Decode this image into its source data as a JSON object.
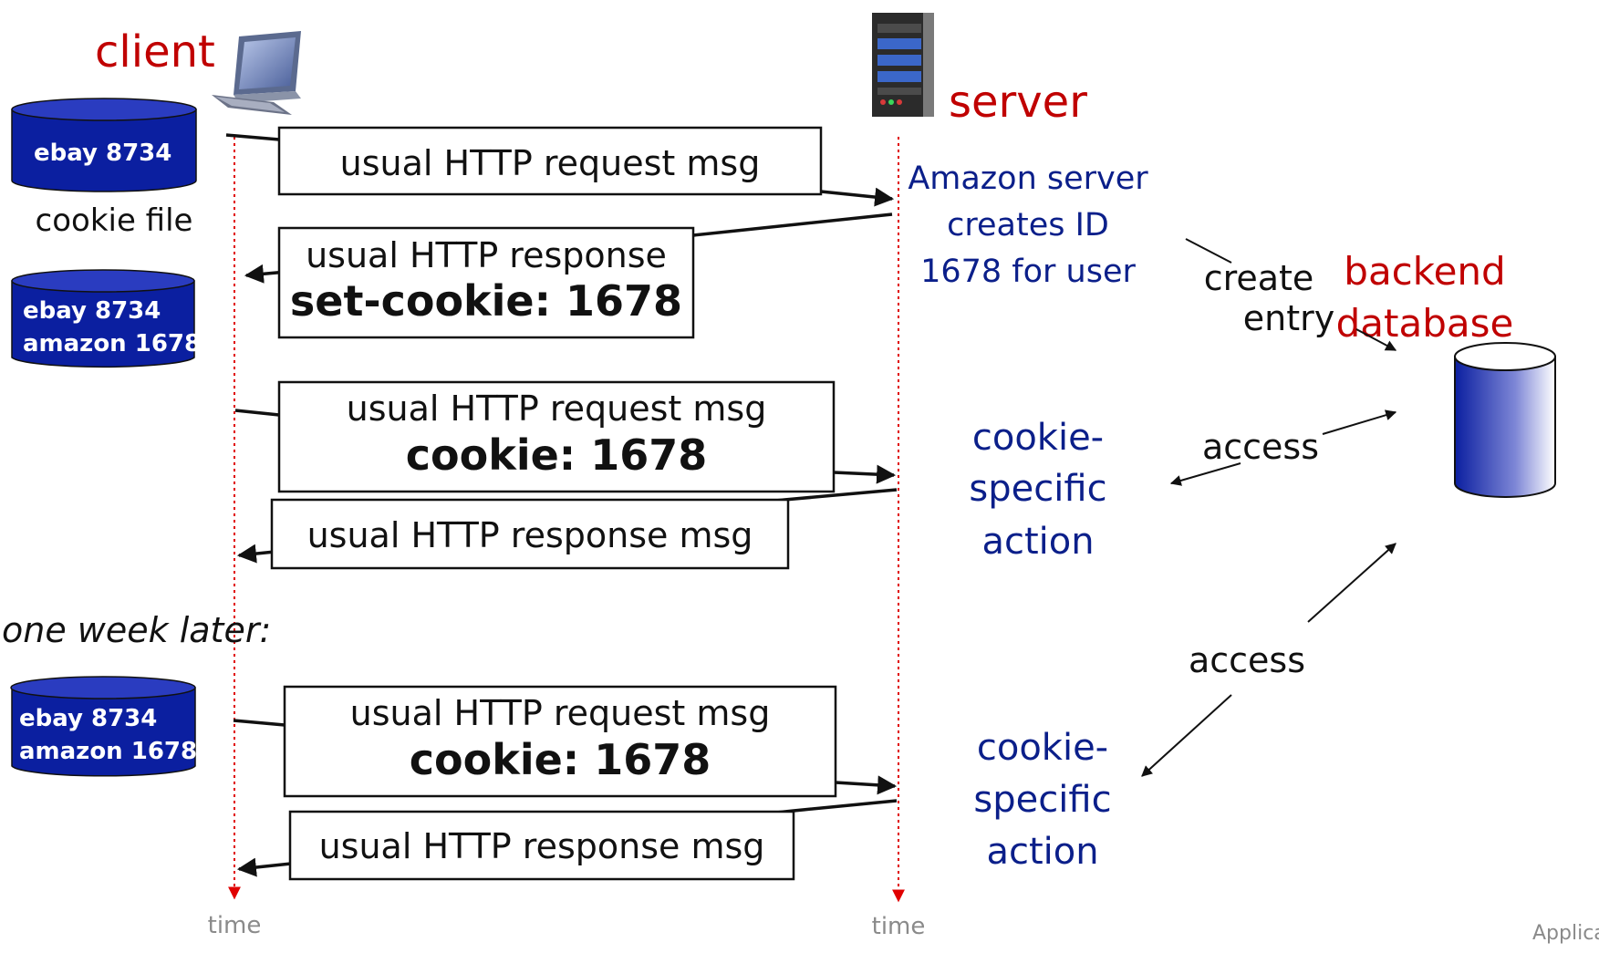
{
  "labels": {
    "client": "client",
    "server": "server",
    "cookie_file": "cookie file",
    "one_week_later": "one week later:",
    "time_left": "time",
    "time_right": "time",
    "backend_line1": "backend",
    "backend_line2": "database",
    "corner": "Applica"
  },
  "cookie_stores": {
    "first": [
      "ebay 8734"
    ],
    "second": [
      "ebay 8734",
      "amazon 1678"
    ],
    "third": [
      "ebay 8734",
      "amazon 1678"
    ]
  },
  "messages": {
    "m1": [
      "usual HTTP request msg"
    ],
    "m2": [
      "usual HTTP response",
      "set-cookie: 1678"
    ],
    "m3": [
      "usual HTTP request msg",
      "cookie: 1678"
    ],
    "m4": [
      "usual HTTP response msg"
    ],
    "m5": [
      "usual HTTP request msg",
      "cookie: 1678"
    ],
    "m6": [
      "usual HTTP response msg"
    ]
  },
  "server_notes": {
    "create_id": [
      "Amazon server",
      "creates ID",
      "1678 for user"
    ],
    "action1": [
      "cookie-",
      "specific",
      "action"
    ],
    "action2": [
      "cookie-",
      "specific",
      "action"
    ]
  },
  "db_labels": {
    "create_entry": [
      "create",
      "entry"
    ],
    "access1": "access",
    "access2": "access"
  },
  "colors": {
    "accent_red": "#c00000",
    "navy_text": "#0b1f8a",
    "cylinder_blue": "#0b1fa0",
    "timeline_red": "#e00000"
  }
}
